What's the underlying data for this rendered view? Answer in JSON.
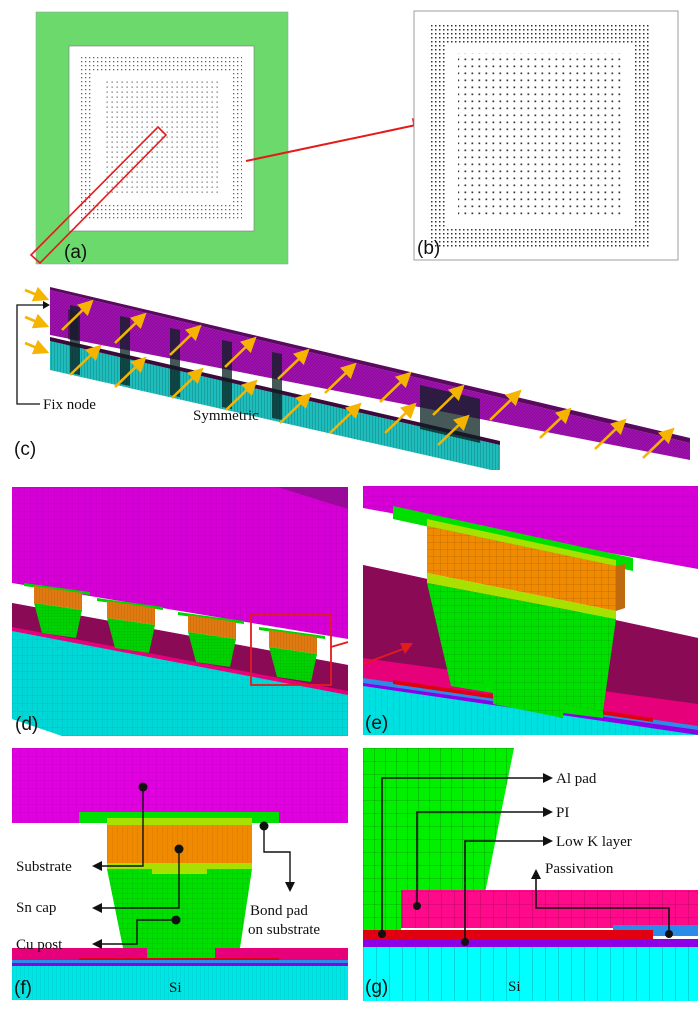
{
  "figure": {
    "panels": [
      {
        "id": "a",
        "label": "(a)",
        "description": "Package top view with green substrate and bump array; red box marks diagonal strip"
      },
      {
        "id": "b",
        "label": "(b)",
        "description": "Bump array layout (zoomed)"
      },
      {
        "id": "c",
        "label": "(c)",
        "description": "Diagonal strip 3D model with boundary conditions",
        "annotations": {
          "fix_node": "Fix node",
          "symmetric": "Symmetric"
        }
      },
      {
        "id": "d",
        "label": "(d)",
        "description": "Mesh detail showing row of Cu pillar bumps"
      },
      {
        "id": "e",
        "label": "(e)",
        "description": "Single bump mesh close-up"
      },
      {
        "id": "f",
        "label": "(f)",
        "description": "Bump cross-section",
        "annotations": {
          "substrate": "Substrate",
          "sn_cap": "Sn cap",
          "cu_post": "Cu post",
          "bond_pad_line1": "Bond pad",
          "bond_pad_line2": "on substrate",
          "si": "Si"
        }
      },
      {
        "id": "g",
        "label": "(g)",
        "description": "Chip-side layer detail",
        "annotations": {
          "al_pad": "Al pad",
          "pi": "PI",
          "low_k": "Low K layer",
          "passivation": "Passivation",
          "si": "Si"
        }
      }
    ]
  },
  "colors": {
    "substrate_green": "#6bd96b",
    "magenta": "#d600d6",
    "dark_magenta": "#8e0a8e",
    "maroon": "#8b0a55",
    "cyan": "#00e0e0",
    "bright_cyan": "#00f5f5",
    "cu_green": "#00e000",
    "sn_orange": "#f08a00",
    "imc_yellow": "#a8e000",
    "pi_pink": "#e6007a",
    "al_red": "#e00010",
    "lowk_purple": "#8c00e6",
    "passivation_blue": "#2a8ce6",
    "arrow_orange": "#f5b400",
    "red_highlight": "#e31b1b"
  }
}
